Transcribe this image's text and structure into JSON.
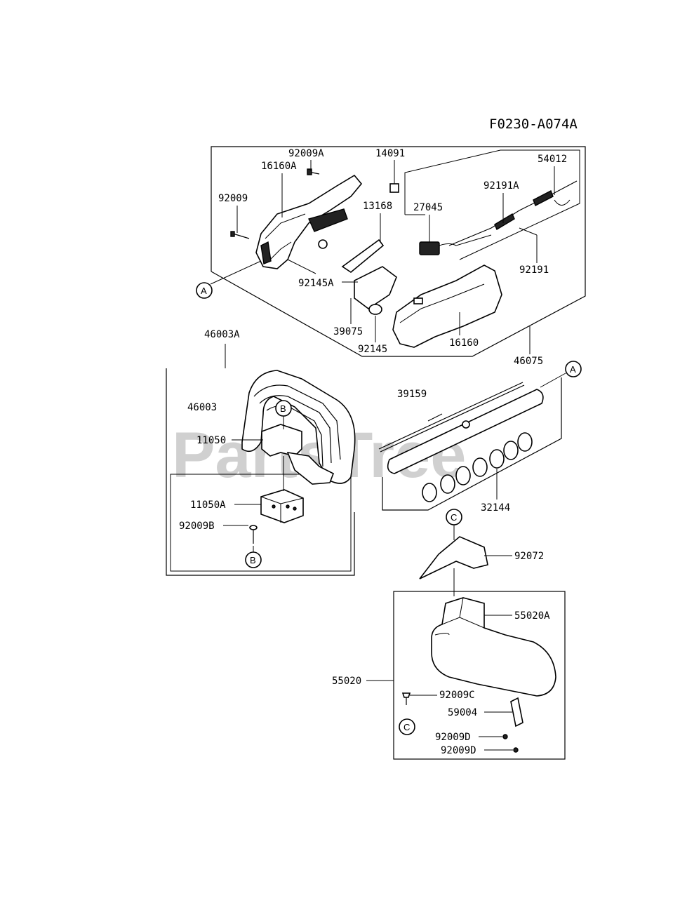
{
  "diagram_code": "F0230-A074A",
  "watermark": "PartsTree",
  "labels": {
    "p92009A": "92009A",
    "p14091": "14091",
    "p16160A": "16160A",
    "p92009": "92009",
    "p13168": "13168",
    "p27045": "27045",
    "p92191A": "92191A",
    "p54012": "54012",
    "p92191": "92191",
    "p92145A": "92145A",
    "p39075": "39075",
    "p92145": "92145",
    "p16160": "16160",
    "p46075": "46075",
    "p46003A": "46003A",
    "p46003": "46003",
    "p11050": "11050",
    "p11050A": "11050A",
    "p92009B": "92009B",
    "p39159": "39159",
    "p32144": "32144",
    "p92072": "92072",
    "p55020A": "55020A",
    "p55020": "55020",
    "p92009C": "92009C",
    "p59004": "59004",
    "p92009D_1": "92009D",
    "p92009D_2": "92009D"
  },
  "callouts": {
    "a1": "A",
    "a2": "A",
    "b1": "B",
    "b2": "B",
    "c1": "C",
    "c2": "C"
  }
}
